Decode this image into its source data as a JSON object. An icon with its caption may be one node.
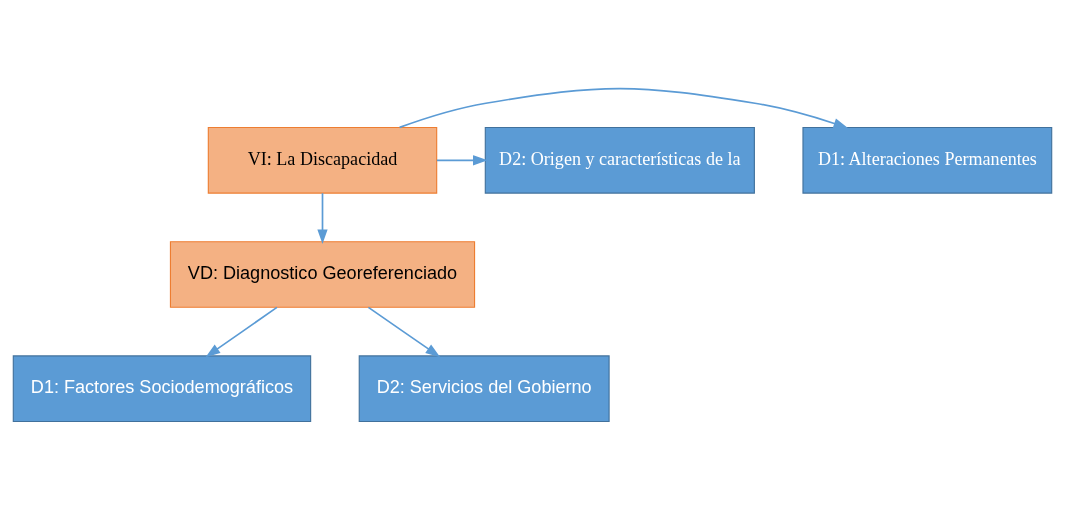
{
  "diagram": {
    "nodes": [
      {
        "text": [
          "VI: La Discapacidad"
        ]
      },
      {
        "text": [
          "D1: Alteraciones Permanentes"
        ]
      },
      {
        "text": [
          "D2: Origen y características de la"
        ]
      },
      {
        "text": [
          "VD: Diagnostico Georeferenciado"
        ]
      },
      {
        "text": [
          "D1: Factores Sociodemográficos"
        ]
      },
      {
        "text": [
          "D2: Servicios del Gobierno"
        ]
      }
    ],
    "edges": [
      {
        "from": 0,
        "to": 1,
        "arrow": "to"
      },
      {
        "from": 0,
        "to": 2,
        "arrow": "to"
      },
      {
        "from": 0,
        "to": 3,
        "arrow": "to"
      },
      {
        "from": 3,
        "to": 4,
        "arrow": "to"
      },
      {
        "from": 3,
        "to": 5,
        "arrow": "to"
      }
    ]
  }
}
